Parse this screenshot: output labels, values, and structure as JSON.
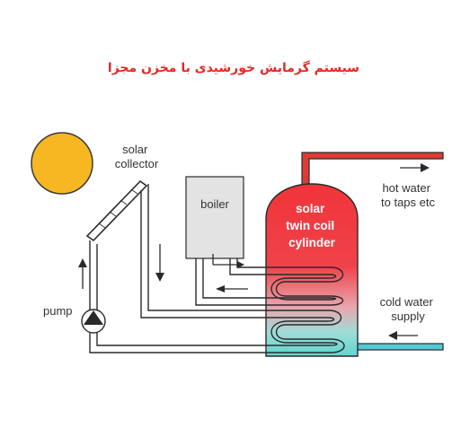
{
  "title": "سیستم گرمایش خورشیدی با مخزن مجزا",
  "labels": {
    "solar_collector": [
      "solar",
      "collector"
    ],
    "boiler": "boiler",
    "pump": "pump",
    "tank": [
      "solar",
      "twin coil",
      "cylinder"
    ],
    "hot_water": [
      "hot water",
      "to taps etc"
    ],
    "cold_water": [
      "cold water",
      "supply"
    ]
  },
  "colors": {
    "title": "#e32a22",
    "sun": "#f6b722",
    "tank_top": "#f0343a",
    "tank_bottom": "#5ed6cf",
    "hot_pipe": "#dd3b35",
    "cold_pipe": "#56c8d4",
    "boiler_fill": "#e3e3e3",
    "pipe_stroke": "#2a2a2a"
  },
  "icons": [
    "sun-icon",
    "solar-panel-icon",
    "pump-icon",
    "flow-arrow-icon",
    "coil-icon"
  ]
}
